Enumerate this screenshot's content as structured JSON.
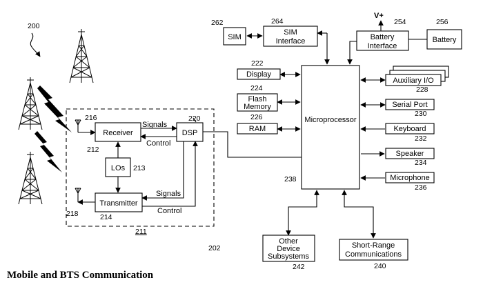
{
  "caption": "Mobile and BTS Communication",
  "refs": {
    "r200": "200",
    "r202": "202",
    "r211": "211",
    "r212": "212",
    "r213": "213",
    "r214": "214",
    "r216": "216",
    "r218": "218",
    "r220": "220",
    "r222": "222",
    "r224": "224",
    "r226": "226",
    "r228": "228",
    "r230": "230",
    "r232": "232",
    "r234": "234",
    "r236": "236",
    "r238": "238",
    "r240": "240",
    "r242": "242",
    "r254": "254",
    "r256": "256",
    "r262": "262",
    "r264": "264"
  },
  "blocks": {
    "receiver": "Receiver",
    "dsp": "DSP",
    "los": "LOs",
    "transmitter": "Transmitter",
    "signals_top": "Signals",
    "control_top": "Control",
    "signals_bottom": "Signals",
    "control_bottom": "Control",
    "sim": "SIM",
    "sim_interface_1": "SIM",
    "sim_interface_2": "Interface",
    "vplus": "V+",
    "battery_interface_1": "Battery",
    "battery_interface_2": "Interface",
    "battery": "Battery",
    "display": "Display",
    "flash_1": "Flash",
    "flash_2": "Memory",
    "ram": "RAM",
    "microprocessor": "Microprocessor",
    "auxiliary": "Auxiliary I/O",
    "serial_port": "Serial Port",
    "keyboard": "Keyboard",
    "speaker": "Speaker",
    "microphone": "Microphone",
    "other_1": "Other",
    "other_2": "Device",
    "other_3": "Subsystems",
    "short_1": "Short-Range",
    "short_2": "Communications"
  }
}
